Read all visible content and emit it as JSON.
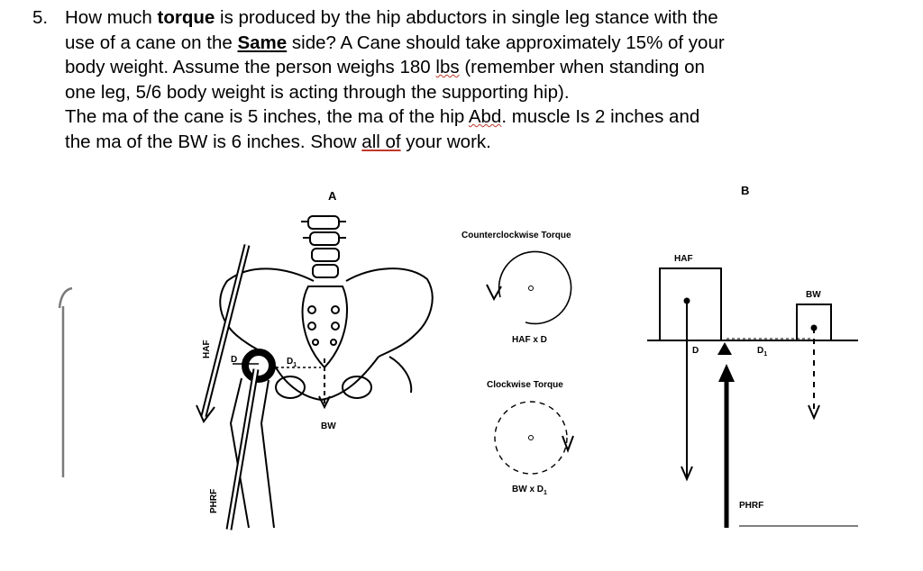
{
  "question": {
    "number": "5.",
    "line1_a": "How much ",
    "line1_b": "torque",
    "line1_c": " is produced by the hip abductors in single leg stance with the",
    "line2_a": "use of a cane on the ",
    "line2_b": "Same",
    "line2_c": " side? A Cane should take approximately 15% of your",
    "line3_a": "body weight.  Assume the person weighs 180 ",
    "line3_b": "lbs",
    "line3_c": " (remember when standing on",
    "line4": "one leg, 5/6 body weight is acting through the supporting hip).",
    "line5_a": "The ma of the cane is 5 inches, the ma of the hip ",
    "line5_b": "Abd",
    "line5_c": ". muscle Is 2 inches and",
    "line6_a": "the ma of the BW is 6 inches. Show ",
    "line6_b": "all of",
    "line6_c": " your work."
  },
  "figure": {
    "label_a": "A",
    "label_b": "B",
    "haf_left": "HAF",
    "phrf_left": "PHRF",
    "d_left": "D",
    "d1_left": "D",
    "d1_sub": "1",
    "bw_left": "BW",
    "ccw_title": "Counterclockwise Torque",
    "ccw_formula": "HAF x D",
    "cw_title": "Clockwise Torque",
    "cw_formula": "BW x D",
    "cw_formula_sub": "1",
    "haf_right": "HAF",
    "bw_right": "BW",
    "d_right": "D",
    "d1_right": "D",
    "d1_right_sub": "1",
    "phrf_right": "PHRF"
  }
}
